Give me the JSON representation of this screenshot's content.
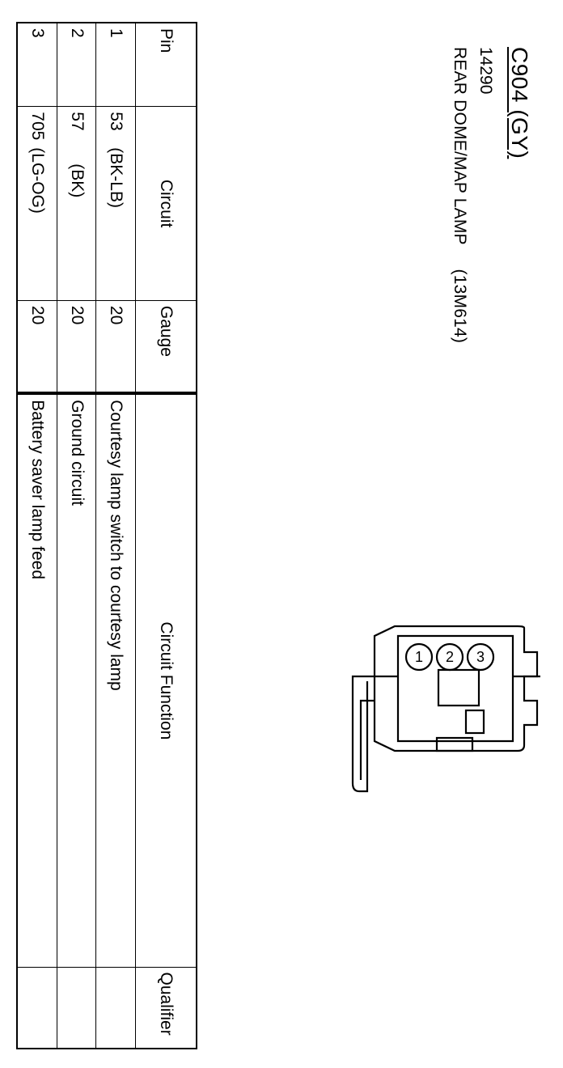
{
  "connector": {
    "id": "C904 (GY)",
    "number": "14290",
    "description": "REAR DOME/MAP LAMP     (13M614)"
  },
  "diagram": {
    "pin_labels": [
      "1",
      "2",
      "3"
    ]
  },
  "table": {
    "headers": {
      "pin": "Pin",
      "circuit": "Circuit",
      "gauge": "Gauge",
      "function": "Circuit Function",
      "qualifier": "Qualifier"
    },
    "rows": [
      {
        "pin": "1",
        "circuit_num": "53",
        "circuit_color": "(BK-LB)",
        "gauge": "20",
        "function": "Courtesy lamp switch to courtesy lamp",
        "qualifier": ""
      },
      {
        "pin": "2",
        "circuit_num": "57",
        "circuit_color": "(BK)",
        "gauge": "20",
        "function": "Ground circuit",
        "qualifier": ""
      },
      {
        "pin": "3",
        "circuit_num": "705",
        "circuit_color": "(LG-OG)",
        "gauge": "20",
        "function": "Battery saver lamp feed",
        "qualifier": ""
      }
    ]
  }
}
